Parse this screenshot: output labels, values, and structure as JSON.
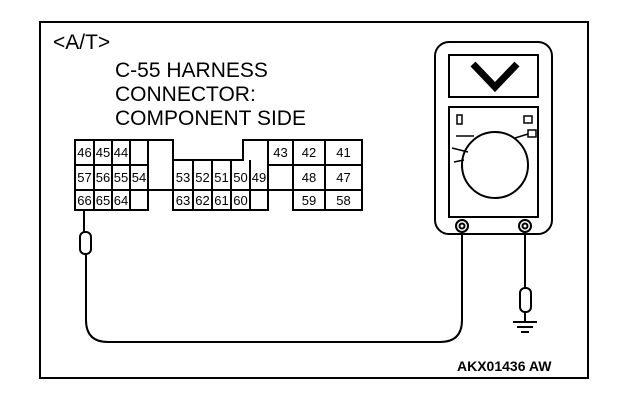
{
  "tag": "<A/T>",
  "connector": {
    "line1": "C-55 HARNESS",
    "line2": "CONNECTOR:",
    "line3": "COMPONENT SIDE",
    "pins": {
      "p46": "46",
      "p45": "45",
      "p44": "44",
      "p43": "43",
      "p42": "42",
      "p41": "41",
      "p57": "57",
      "p56": "56",
      "p55": "55",
      "p54": "54",
      "p53": "53",
      "p52": "52",
      "p51": "51",
      "p50": "50",
      "p49": "49",
      "p48": "48",
      "p47": "47",
      "p66": "66",
      "p65": "65",
      "p64": "64",
      "p63": "63",
      "p62": "62",
      "p61": "61",
      "p60": "60",
      "p59": "59",
      "p58": "58"
    }
  },
  "figure_code": "AKX01436 AW"
}
